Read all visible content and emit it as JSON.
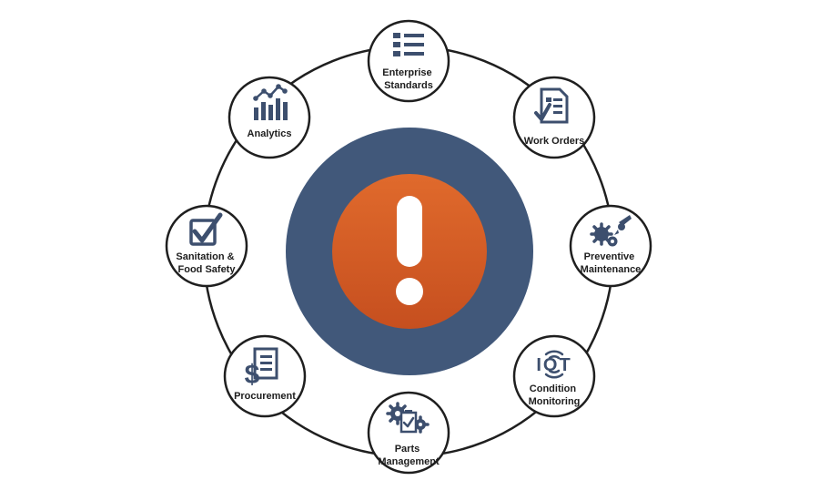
{
  "colors": {
    "ring": "#1f1f1f",
    "hub_outer": "#41587a",
    "hub_inner_top": "#e06a2c",
    "hub_inner_bottom": "#c64f1f",
    "icon": "#3d4f6e",
    "mark": "#ffffff"
  },
  "center": {
    "icon": "exclamation-mark-icon"
  },
  "nodes": [
    {
      "id": "enterprise-standards",
      "label_lines": [
        "Enterprise",
        "Standards"
      ],
      "icon": "list-icon"
    },
    {
      "id": "work-orders",
      "label_lines": [
        "Work Orders"
      ],
      "icon": "document-checkmark-icon"
    },
    {
      "id": "preventive-maintenance",
      "label_lines": [
        "Preventive",
        "Maintenance"
      ],
      "icon": "gears-oil-can-icon"
    },
    {
      "id": "condition-monitoring",
      "label_lines": [
        "Condition",
        "Monitoring"
      ],
      "icon": "iot-signal-icon"
    },
    {
      "id": "parts-management",
      "label_lines": [
        "Parts",
        "Management"
      ],
      "icon": "clipboard-gears-icon"
    },
    {
      "id": "procurement",
      "label_lines": [
        "Procurement"
      ],
      "icon": "dollar-document-icon"
    },
    {
      "id": "sanitation-food-safety",
      "label_lines": [
        "Sanitation &",
        "Food Safety"
      ],
      "icon": "checkbox-icon"
    },
    {
      "id": "analytics",
      "label_lines": [
        "Analytics"
      ],
      "icon": "bar-chart-trend-icon"
    }
  ],
  "texts": {
    "iot": "IOT"
  }
}
